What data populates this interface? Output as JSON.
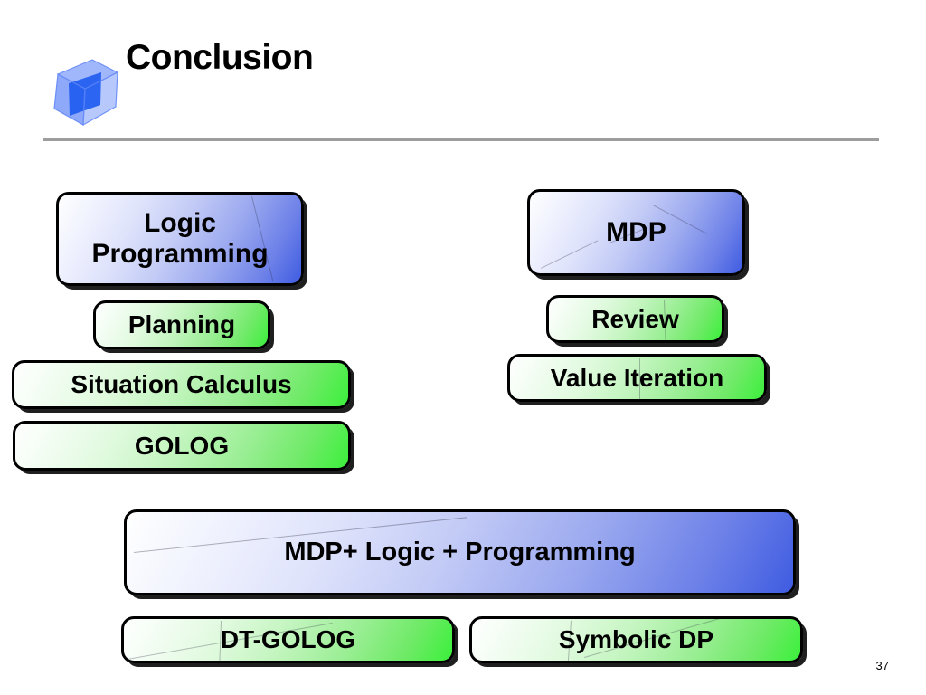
{
  "slide": {
    "title": "Conclusion",
    "page_number": "37",
    "icon": "blue-cube-icon",
    "divider": "horizontal-rule"
  },
  "colors": {
    "blue_light": "#ffffff",
    "blue_dark": "#3f5ce1",
    "green_light": "#ffffff",
    "green_dark": "#3bf03b",
    "rule": "#9d9d9d",
    "text": "#000000",
    "background": "#ffffff"
  },
  "diagram": {
    "left_column": [
      {
        "label": "Logic\nProgramming",
        "style": "blue"
      },
      {
        "label": "Planning",
        "style": "green"
      },
      {
        "label": "Situation Calculus",
        "style": "green"
      },
      {
        "label": "GOLOG",
        "style": "green"
      }
    ],
    "right_column": [
      {
        "label": "MDP",
        "style": "blue"
      },
      {
        "label": "Review",
        "style": "green"
      },
      {
        "label": "Value Iteration",
        "style": "green"
      }
    ],
    "bottom": [
      {
        "label": "MDP+ Logic + Programming",
        "style": "blue"
      },
      {
        "label": "DT-GOLOG",
        "style": "green"
      },
      {
        "label": "Symbolic DP",
        "style": "green"
      }
    ]
  }
}
